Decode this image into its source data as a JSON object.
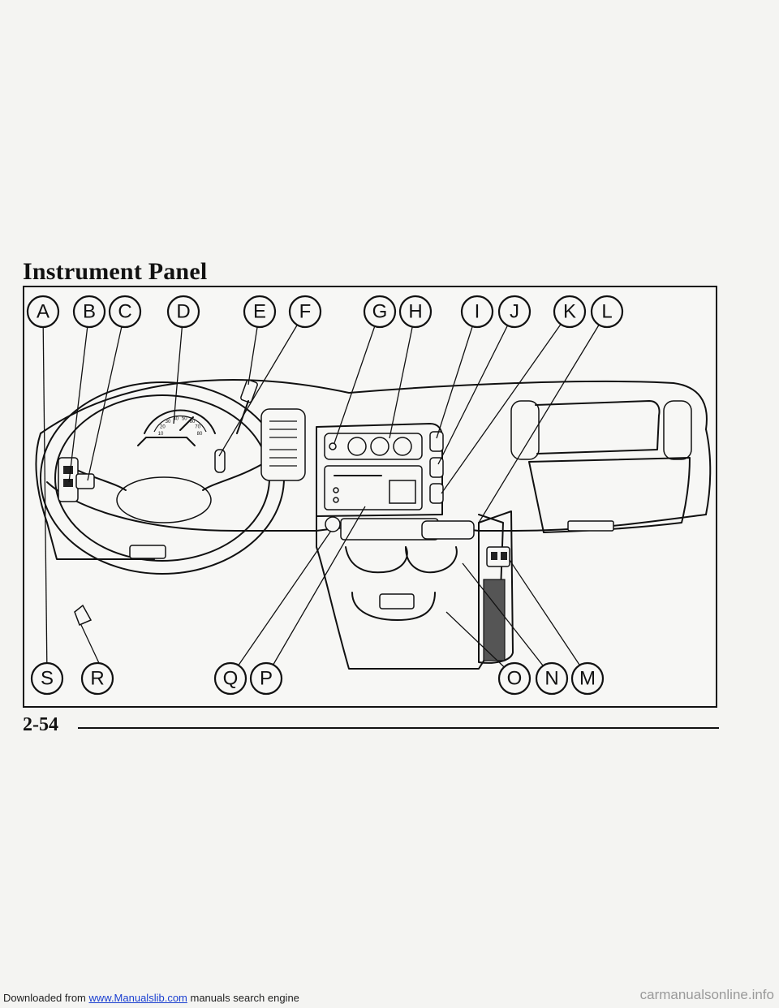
{
  "page": {
    "title": "Instrument Panel",
    "page_number": "2-54"
  },
  "figure": {
    "callouts_top": [
      "A",
      "B",
      "C",
      "D",
      "E",
      "F",
      "G",
      "H",
      "I",
      "J",
      "K",
      "L"
    ],
    "callouts_bottom": [
      "S",
      "R",
      "Q",
      "P",
      "O",
      "N",
      "M"
    ],
    "speedometer_marks": [
      "10",
      "20",
      "30",
      "40",
      "50",
      "60",
      "70",
      "80"
    ]
  },
  "footer": {
    "prefix": "Downloaded from ",
    "link": "www.Manualslib.com",
    "suffix": " manuals search engine",
    "watermark": "carmanualsonline.info"
  }
}
